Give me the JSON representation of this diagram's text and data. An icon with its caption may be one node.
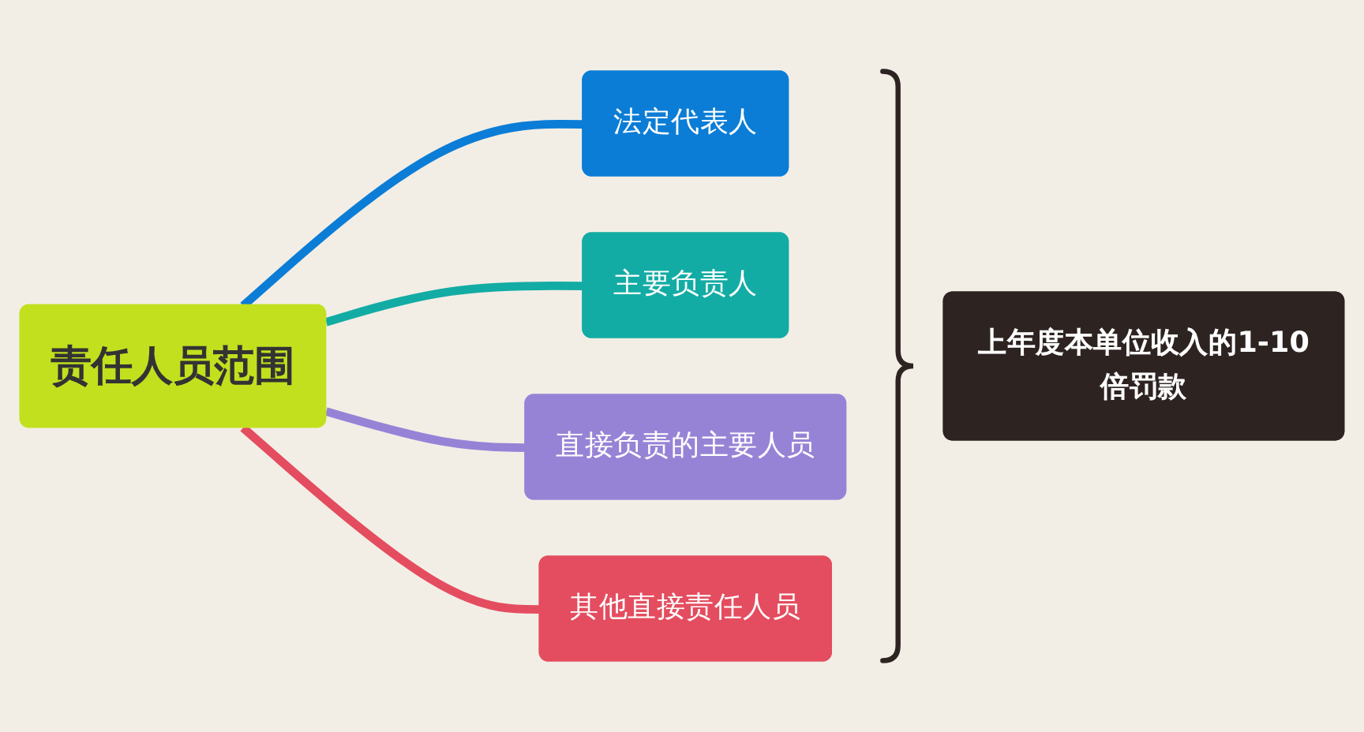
{
  "diagram": {
    "nodes": [
      {
        "text": [
          "责任人员范围"
        ]
      },
      {
        "text": [
          "法定代表人"
        ]
      },
      {
        "text": [
          "主要负责人"
        ]
      },
      {
        "text": [
          "直接负责的主要人员"
        ]
      },
      {
        "text": [
          "其他直接责任人员"
        ]
      },
      {
        "text": [
          "上年度本单位收入的1-10倍罚款"
        ]
      }
    ],
    "edges": [
      {
        "from": 0,
        "to": 1,
        "arrow": "none",
        "color": "#0b7dd6"
      },
      {
        "from": 0,
        "to": 2,
        "arrow": "none",
        "color": "#13aca4"
      },
      {
        "from": 0,
        "to": 3,
        "arrow": "none",
        "color": "#9783d6"
      },
      {
        "from": 0,
        "to": 4,
        "arrow": "none",
        "color": "#e44d5f"
      }
    ]
  }
}
